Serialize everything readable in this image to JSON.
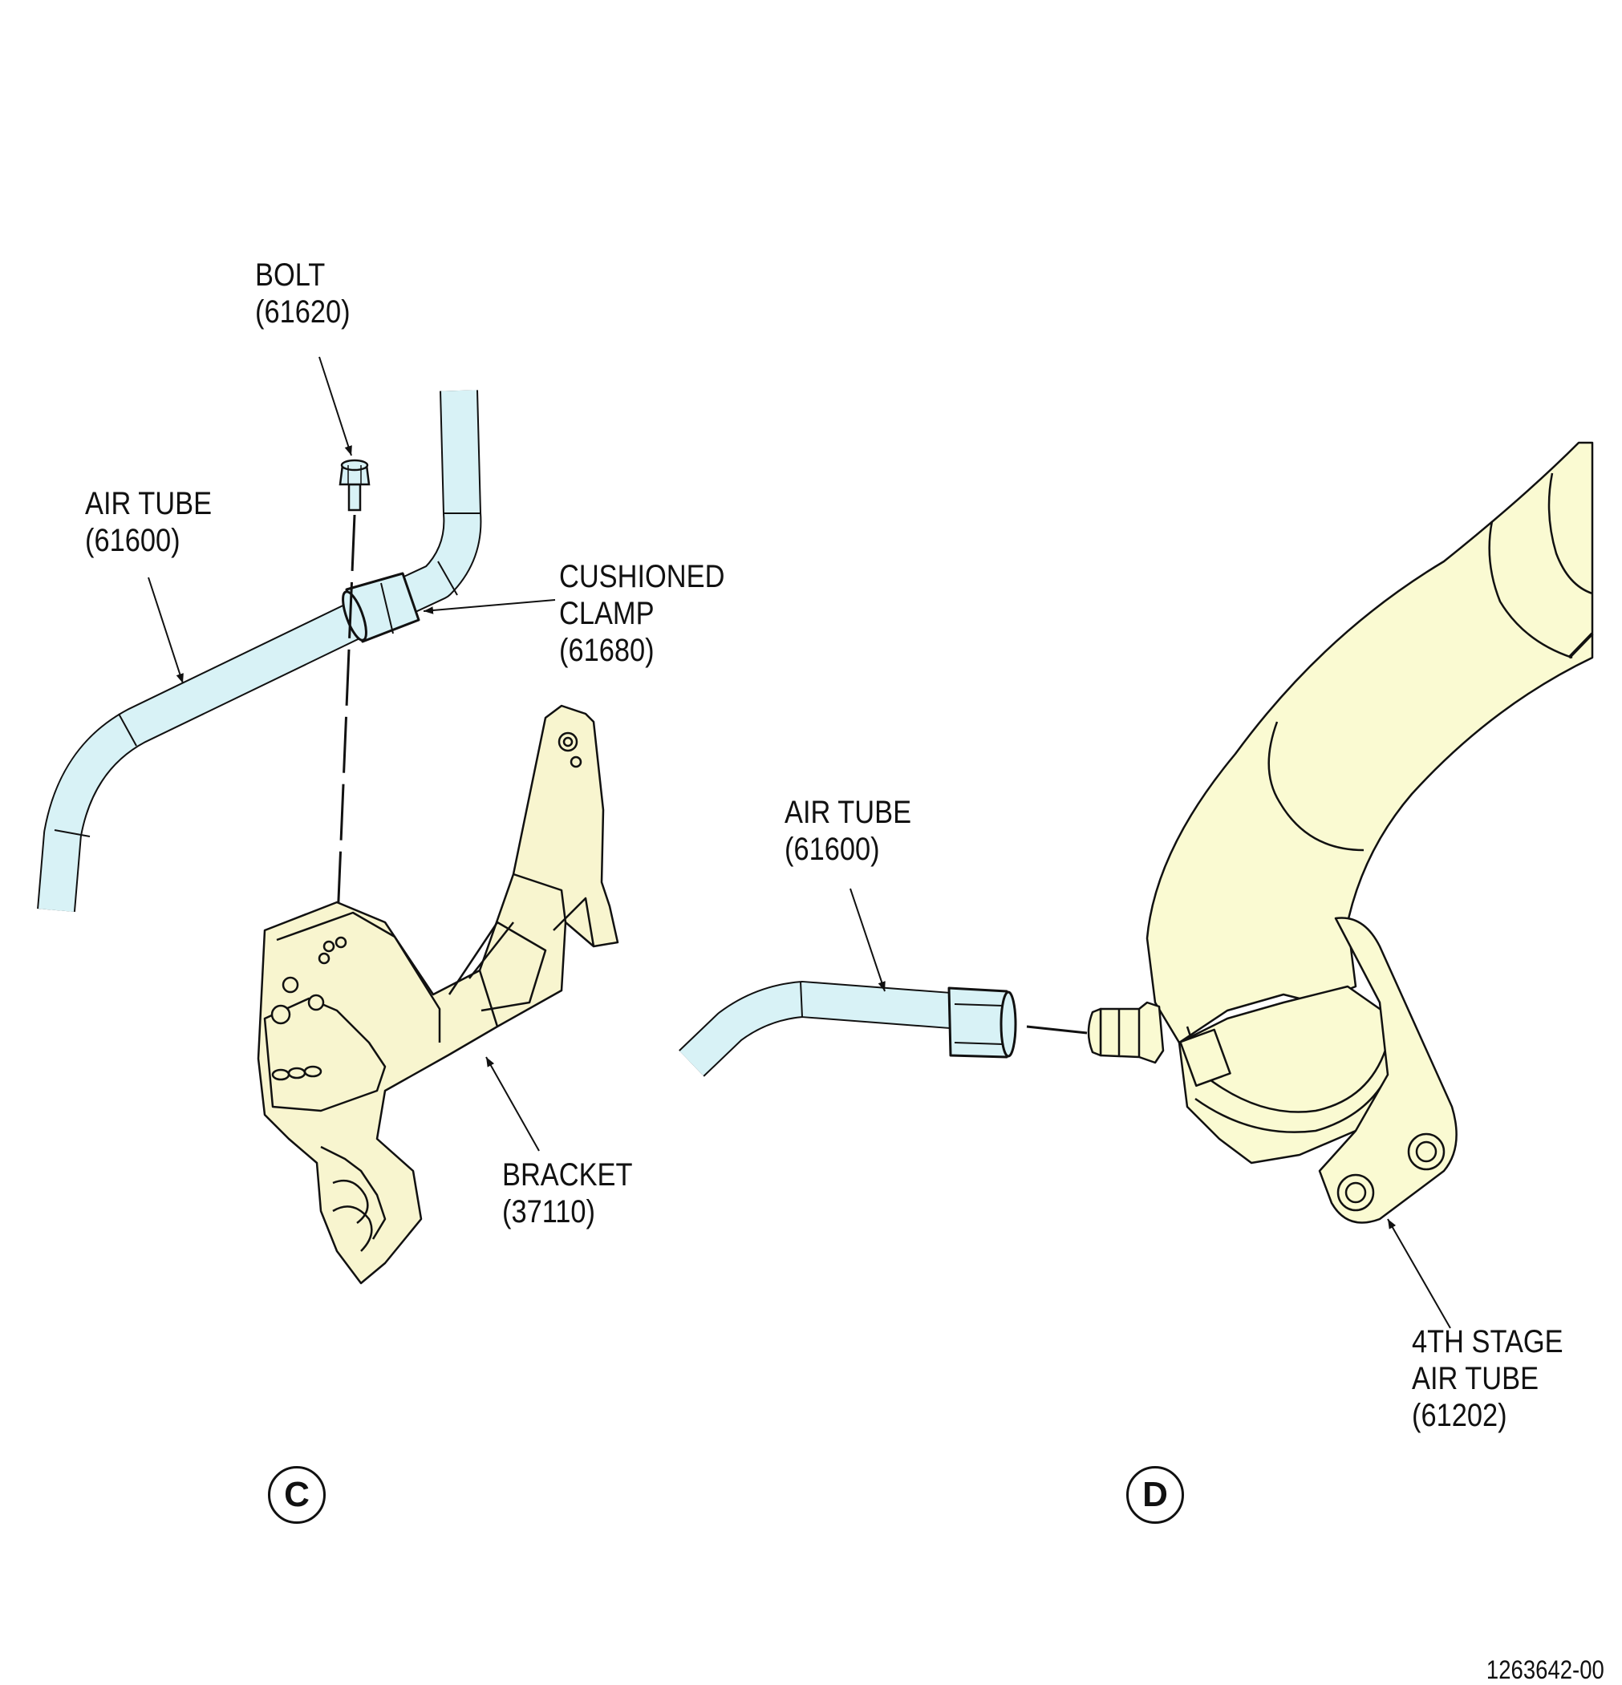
{
  "colors": {
    "tube": "#d8f2f6",
    "component": "#fafad2",
    "bracket": "#f8f5cf",
    "line": "#111111"
  },
  "labels": {
    "bolt": {
      "name": "BOLT",
      "part": "(61620)"
    },
    "air_tube_c": {
      "name": "AIR TUBE",
      "part": "(61600)"
    },
    "cushioned_clamp": {
      "line1": "CUSHIONED",
      "line2": "CLAMP",
      "part": "(61680)"
    },
    "bracket": {
      "name": "BRACKET",
      "part": "(37110)"
    },
    "air_tube_d": {
      "name": "AIR TUBE",
      "part": "(61600)"
    },
    "stage_tube": {
      "line1": "4TH STAGE",
      "line2": "AIR TUBE",
      "part": "(61202)"
    }
  },
  "views": {
    "c": "C",
    "d": "D"
  },
  "document_number": "1263642-00"
}
